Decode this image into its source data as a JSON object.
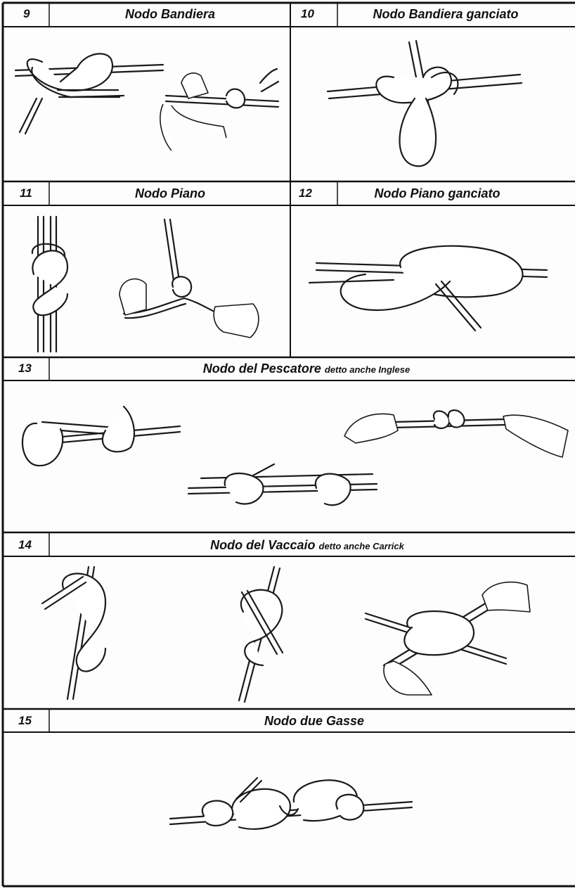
{
  "sections": [
    {
      "id": "9",
      "number": "9",
      "title": "Nodo Bandiera"
    },
    {
      "id": "10",
      "number": "10",
      "title": "Nodo Bandiera ganciato"
    },
    {
      "id": "11",
      "number": "11",
      "title": "Nodo Piano"
    },
    {
      "id": "12",
      "number": "12",
      "title": "Nodo Piano ganciato"
    },
    {
      "id": "13",
      "number": "13",
      "title": "Nodo del Pescatore",
      "subtitle": "detto anche Inglese"
    },
    {
      "id": "14",
      "number": "14",
      "title": "Nodo del Vaccaio",
      "subtitle": "detto anche Carrick"
    },
    {
      "id": "15",
      "number": "15",
      "title": "Nodo due Gasse"
    }
  ],
  "icons": {
    "9": [
      "sheet-bend-knot-icon",
      "sheet-bend-tying-hands-icon"
    ],
    "10": [
      "slipped-sheet-bend-knot-icon"
    ],
    "11": [
      "reef-knot-icon",
      "reef-knot-tying-hands-icon"
    ],
    "12": [
      "slipped-reef-knot-icon"
    ],
    "13": [
      "fishermans-knot-loose-icon",
      "fishermans-knot-pulling-hands-icon",
      "fishermans-knot-tight-icon"
    ],
    "14": [
      "carrick-bend-step1-icon",
      "carrick-bend-step2-icon",
      "carrick-bend-hands-icon"
    ],
    "15": [
      "two-bowlines-knot-icon"
    ]
  },
  "colors": {
    "ink": "#111111",
    "paper": "#fdfdfd"
  }
}
